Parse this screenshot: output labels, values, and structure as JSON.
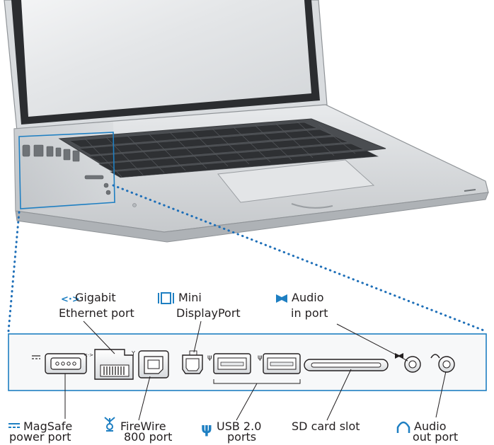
{
  "labels": {
    "gigabit": {
      "line1": "Gigabit",
      "line2": "Ethernet port",
      "icon": "ethernet-icon"
    },
    "mini_dp": {
      "line1": "Mini",
      "line2": "DisplayPort",
      "icon": "mini-displayport-icon"
    },
    "audio_in": {
      "line1": "Audio",
      "line2": "in port",
      "icon": "audio-in-icon"
    },
    "magsafe": {
      "line1": "MagSafe",
      "line2": "power port",
      "icon": "magsafe-icon"
    },
    "firewire": {
      "line1": "FireWire",
      "line2": "800 port",
      "icon": "firewire-icon"
    },
    "usb": {
      "line1": "USB 2.0",
      "line2": "ports",
      "icon": "usb-icon"
    },
    "sd": {
      "line1": "SD card slot"
    },
    "audio_out": {
      "line1": "Audio",
      "line2": "out port",
      "icon": "headphones-icon"
    }
  },
  "colors": {
    "accent": "#1e7fc2",
    "dots": "#1e6fb8",
    "line": "#231f20",
    "metal": "#c9cdd1",
    "key": "#3a3c3f"
  }
}
